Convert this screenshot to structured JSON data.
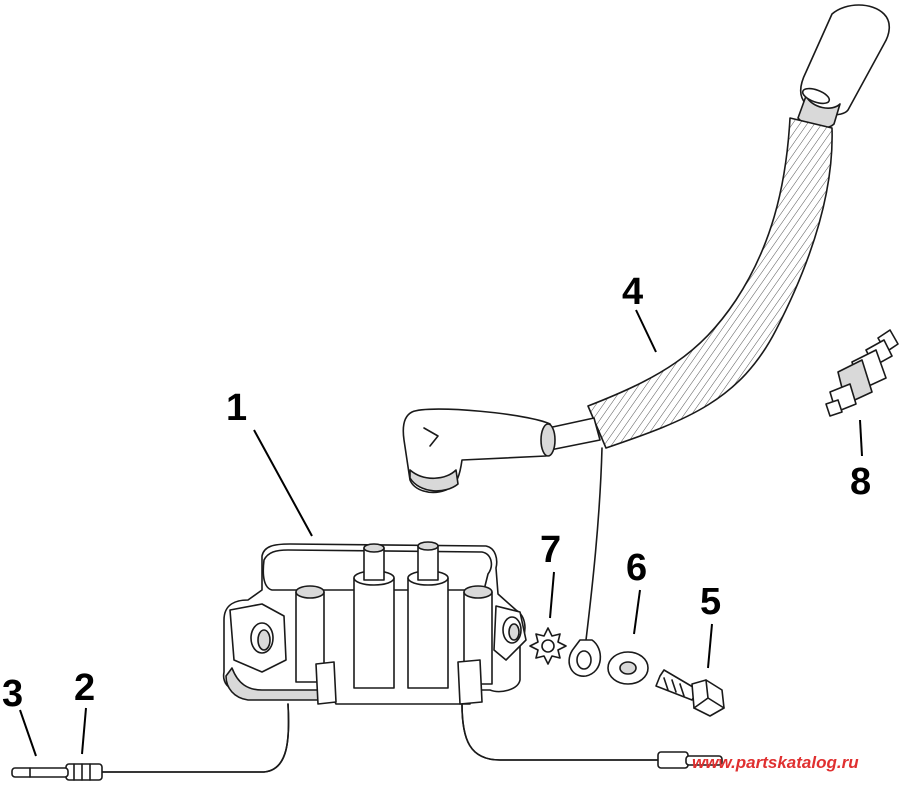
{
  "callouts": [
    {
      "id": "1",
      "label": "1"
    },
    {
      "id": "2",
      "label": "2"
    },
    {
      "id": "3",
      "label": "3"
    },
    {
      "id": "4",
      "label": "4"
    },
    {
      "id": "5",
      "label": "5"
    },
    {
      "id": "6",
      "label": "6"
    },
    {
      "id": "7",
      "label": "7"
    },
    {
      "id": "8",
      "label": "8"
    }
  ],
  "watermark": {
    "text": "www.partskatalog.ru",
    "color": "#e03030"
  },
  "colors": {
    "line": "#1a1a1a",
    "part_fill": "#ffffff",
    "shade": "#d9d9d9",
    "dark_shade": "#b0b0b0"
  }
}
